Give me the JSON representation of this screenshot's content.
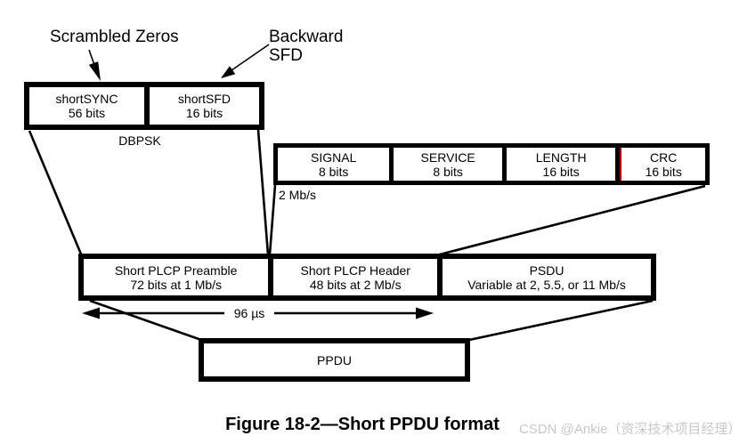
{
  "figure": {
    "caption": "Figure 18-2—Short PPDU format",
    "watermark": "CSDN @Ankie（资深技术项目经理）"
  },
  "annotations": {
    "scrambled_zeros": "Scrambled Zeros",
    "backward_sfd": "Backward SFD",
    "modulation": "DBPSK",
    "header_rate": "2 Mb/s",
    "preamble_duration": "96 µs"
  },
  "sync_row": {
    "cells": [
      {
        "name": "shortSYNC",
        "size": "56 bits"
      },
      {
        "name": "shortSFD",
        "size": "16 bits"
      }
    ]
  },
  "header_row": {
    "cells": [
      {
        "name": "SIGNAL",
        "size": "8 bits"
      },
      {
        "name": "SERVICE",
        "size": "8 bits"
      },
      {
        "name": "LENGTH",
        "size": "16 bits"
      },
      {
        "name": "CRC",
        "size": "16 bits"
      }
    ]
  },
  "frame_row": {
    "cells": [
      {
        "name": "Short PLCP Preamble",
        "size": "72 bits at 1 Mb/s"
      },
      {
        "name": "Short PLCP Header",
        "size": "48 bits at 2 Mb/s"
      },
      {
        "name": "PSDU",
        "size": "Variable at 2, 5.5, or 11 Mb/s"
      }
    ]
  },
  "ppdu": {
    "label": "PPDU"
  },
  "colors": {
    "line": "#000000",
    "change_bar": "#cc0000",
    "watermark": "#c8c8c8"
  }
}
